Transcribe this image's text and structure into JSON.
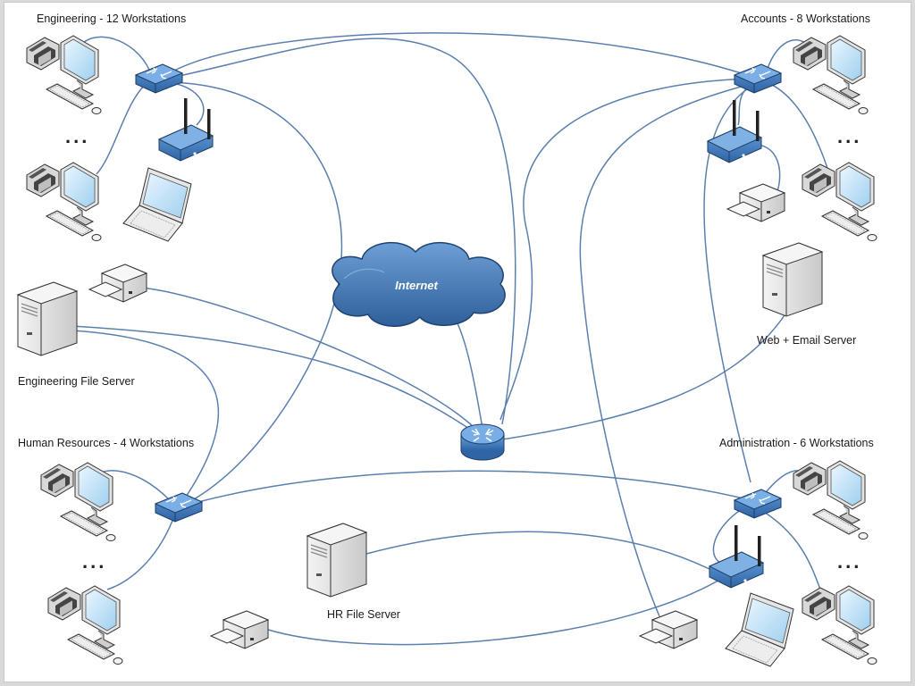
{
  "labels": {
    "engineering": "Engineering - 12 Workstations",
    "accounts": "Accounts - 8 Workstations",
    "human_resources": "Human Resources - 4 Workstations",
    "administration": "Administration - 6 Workstations",
    "engineering_file_server": "Engineering File Server",
    "web_email_server": "Web + Email Server",
    "hr_file_server": "HR File Server",
    "internet": "Internet"
  },
  "ellipsis": "...",
  "colors": {
    "link": "#5b7fae",
    "switch": "#3d74b8",
    "cloud": "#3c72ad",
    "router": "#3f7fc4"
  }
}
